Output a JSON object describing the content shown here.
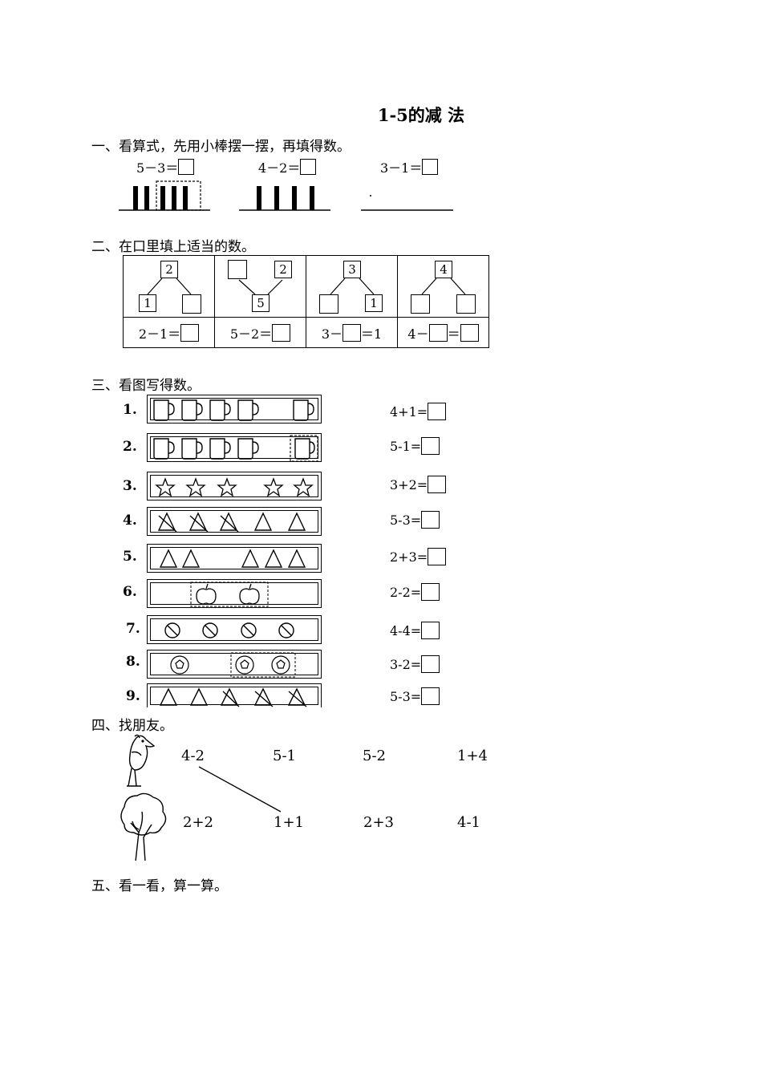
{
  "title": "1-5的减 法",
  "sections": {
    "s1": "一、看算式，先用小棒摆一摆，再填得数。",
    "s2": "二、在口里填上适当的数。",
    "s3": "三、看图写得数。",
    "s4": "四、找朋友。",
    "s5": "五、看一看，算一算。"
  },
  "s1_eqs": [
    "5－3＝",
    "4－2＝",
    "3－1＝"
  ],
  "s2": {
    "tops": [
      "2",
      "",
      "3",
      "4"
    ],
    "tops2": [
      "",
      "2",
      "",
      ""
    ],
    "bottoms_left": [
      "1",
      "",
      "",
      ""
    ],
    "bottoms_mid": [
      "",
      "5",
      "",
      ""
    ],
    "bottoms_right": [
      "",
      "",
      "1",
      ""
    ],
    "eq1": "2－1＝",
    "eq2": "5－2＝",
    "eq3a": "3－",
    "eq3b": "＝1",
    "eq4a": "4－",
    "eq4b": "＝"
  },
  "s3": {
    "labels": [
      "1.",
      "2.",
      "3.",
      "4.",
      "5.",
      "6.",
      "7.",
      "8.",
      "9."
    ],
    "sums": [
      "4+1=",
      "5-1=",
      "3+2=",
      "5-3=",
      "2+3=",
      "2-2=",
      "4-4=",
      "3-2=",
      "5-3="
    ]
  },
  "s4": {
    "row1": [
      "4-2",
      "5-1",
      "5-2",
      "1+4"
    ],
    "row2": [
      "2+2",
      "1+1",
      "2+3",
      "4-1"
    ]
  }
}
